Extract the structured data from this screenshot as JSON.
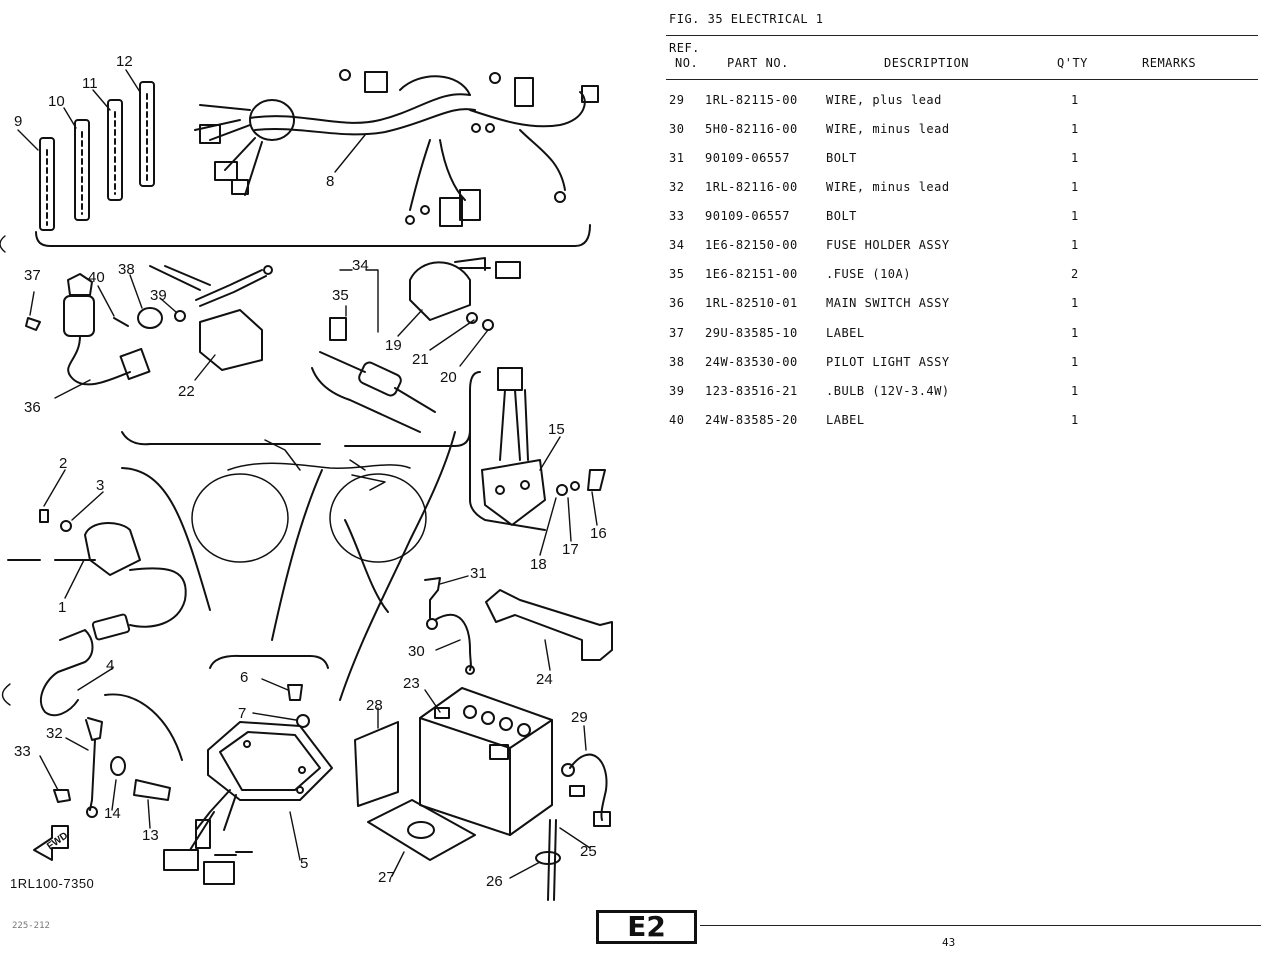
{
  "figure": {
    "title": "FIG. 35  ELECTRICAL 1",
    "drawing_code": "1RL100-7350",
    "section_code": "E2",
    "page_number": "43",
    "corner_code": "225-212"
  },
  "table": {
    "headers": {
      "ref_line1": "REF.",
      "ref_line2": "NO.",
      "part_no": "PART NO.",
      "description": "DESCRIPTION",
      "qty": "Q'TY",
      "remarks": "REMARKS"
    },
    "rows": [
      {
        "ref": "29",
        "part": "1RL-82115-00",
        "desc": "WIRE, plus lead",
        "qty": "1"
      },
      {
        "ref": "30",
        "part": "5H0-82116-00",
        "desc": "WIRE, minus lead",
        "qty": "1"
      },
      {
        "ref": "31",
        "part": "90109-06557",
        "desc": "BOLT",
        "qty": "1"
      },
      {
        "ref": "32",
        "part": "1RL-82116-00",
        "desc": "WIRE, minus lead",
        "qty": "1"
      },
      {
        "ref": "33",
        "part": "90109-06557",
        "desc": "BOLT",
        "qty": "1"
      },
      {
        "ref": "34",
        "part": "1E6-82150-00",
        "desc": "FUSE HOLDER ASSY",
        "qty": "1"
      },
      {
        "ref": "35",
        "part": "1E6-82151-00",
        "desc": ".FUSE (10A)",
        "qty": "2"
      },
      {
        "ref": "36",
        "part": "1RL-82510-01",
        "desc": "MAIN SWITCH ASSY",
        "qty": "1"
      },
      {
        "ref": "37",
        "part": "29U-83585-10",
        "desc": "LABEL",
        "qty": "1"
      },
      {
        "ref": "38",
        "part": "24W-83530-00",
        "desc": "PILOT LIGHT ASSY",
        "qty": "1"
      },
      {
        "ref": "39",
        "part": "123-83516-21",
        "desc": ".BULB (12V-3.4W)",
        "qty": "1"
      },
      {
        "ref": "40",
        "part": "24W-83585-20",
        "desc": "LABEL",
        "qty": "1"
      }
    ]
  },
  "diagram": {
    "fwd_label": "FWD",
    "callouts": [
      "1",
      "2",
      "3",
      "4",
      "5",
      "6",
      "7",
      "8",
      "9",
      "10",
      "11",
      "12",
      "13",
      "14",
      "15",
      "16",
      "17",
      "18",
      "19",
      "20",
      "21",
      "22",
      "23",
      "24",
      "25",
      "26",
      "27",
      "28",
      "29",
      "30",
      "31",
      "32",
      "33",
      "34",
      "35",
      "36",
      "37",
      "38",
      "39",
      "40"
    ]
  }
}
